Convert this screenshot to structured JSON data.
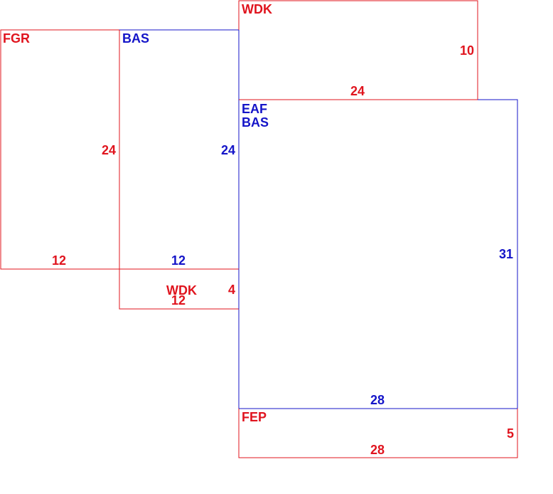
{
  "colors": {
    "red": "#e0141e",
    "blue": "#1414c8",
    "background": "#ffffff"
  },
  "blocks": [
    {
      "name": "FGR",
      "color": "red",
      "labels": [
        "FGR"
      ],
      "side_value": "24",
      "bottom_value": "12"
    },
    {
      "name": "BAS",
      "color": "blue",
      "labels": [
        "BAS"
      ],
      "side_value": "24",
      "bottom_value": "12"
    },
    {
      "name": "WDK-top",
      "color": "red",
      "labels": [
        "WDK"
      ],
      "side_value": "10",
      "bottom_value": "24"
    },
    {
      "name": "EAF-BAS",
      "color": "blue",
      "labels": [
        "EAF",
        "BAS"
      ],
      "side_value": "31",
      "bottom_value": "28"
    },
    {
      "name": "WDK-small",
      "color": "red",
      "labels": [
        "WDK"
      ],
      "side_value": "4",
      "bottom_value": "12"
    },
    {
      "name": "FEP",
      "color": "red",
      "labels": [
        "FEP"
      ],
      "side_value": "5",
      "bottom_value": "28"
    }
  ]
}
